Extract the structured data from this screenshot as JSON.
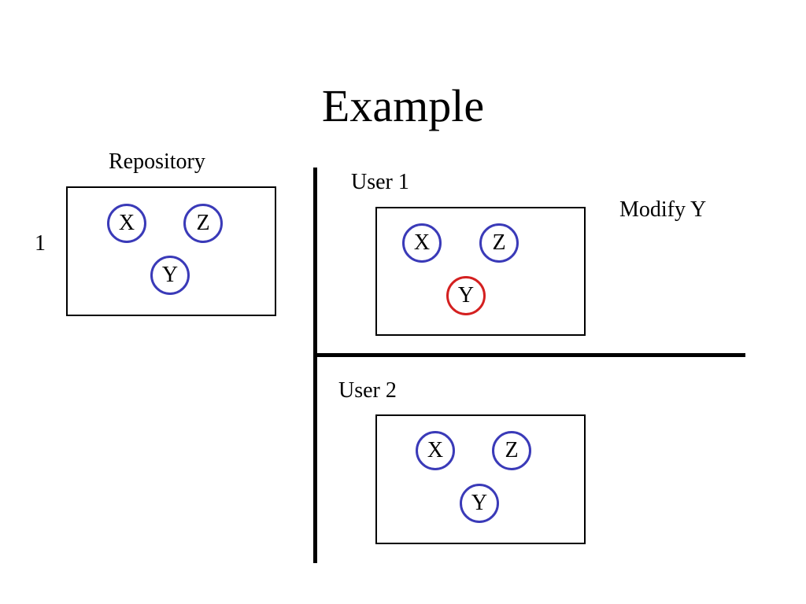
{
  "slide": {
    "title": "Example",
    "step_number": "1",
    "modify_note": "Modify Y"
  },
  "panels": {
    "repository": {
      "label": "Repository",
      "nodes": [
        {
          "id": "X",
          "label": "X",
          "state": "unchanged"
        },
        {
          "id": "Z",
          "label": "Z",
          "state": "unchanged"
        },
        {
          "id": "Y",
          "label": "Y",
          "state": "unchanged"
        }
      ]
    },
    "user1": {
      "label": "User 1",
      "nodes": [
        {
          "id": "X",
          "label": "X",
          "state": "unchanged"
        },
        {
          "id": "Z",
          "label": "Z",
          "state": "unchanged"
        },
        {
          "id": "Y",
          "label": "Y",
          "state": "modified"
        }
      ]
    },
    "user2": {
      "label": "User 2",
      "nodes": [
        {
          "id": "X",
          "label": "X",
          "state": "unchanged"
        },
        {
          "id": "Z",
          "label": "Z",
          "state": "unchanged"
        },
        {
          "id": "Y",
          "label": "Y",
          "state": "unchanged"
        }
      ]
    }
  },
  "colors": {
    "node_border": "#3a3ab8",
    "modified_border": "#d42020",
    "line": "#000000"
  }
}
